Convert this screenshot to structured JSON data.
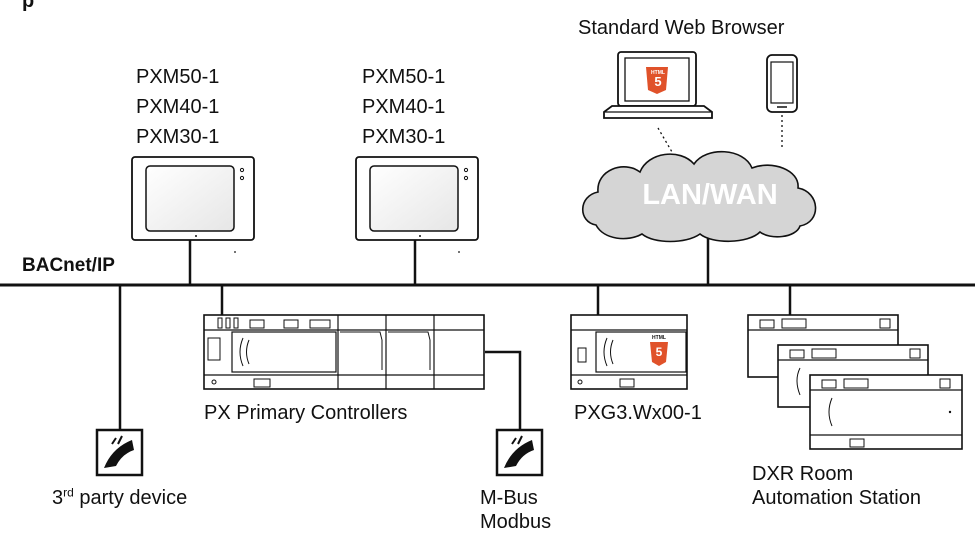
{
  "header": {
    "partial_title": "p"
  },
  "network": {
    "bus_label": "BACnet/IP",
    "cloud_label": "LAN/WAN"
  },
  "browser": {
    "label": "Standard Web Browser",
    "badge_text": "HTML",
    "badge_digit": "5"
  },
  "panels": [
    {
      "models": [
        "PXM50-1",
        "PXM40-1",
        "PXM30-1"
      ]
    },
    {
      "models": [
        "PXM50-1",
        "PXM40-1",
        "PXM30-1"
      ]
    }
  ],
  "px_controllers": {
    "label": "PX Primary Controllers"
  },
  "pxg3": {
    "label": "PXG3.Wx00-1"
  },
  "dxr": {
    "line1": "DXR Room",
    "line2": "Automation Station"
  },
  "third_party": {
    "prefix": "3",
    "superscript": "rd",
    "suffix": " party device"
  },
  "mbus": {
    "line1": "M-Bus",
    "line2": "Modbus"
  },
  "colors": {
    "line": "#111111",
    "cloud": "#d5d5d5",
    "html5": "#e0522a",
    "device": "#ffffff"
  }
}
